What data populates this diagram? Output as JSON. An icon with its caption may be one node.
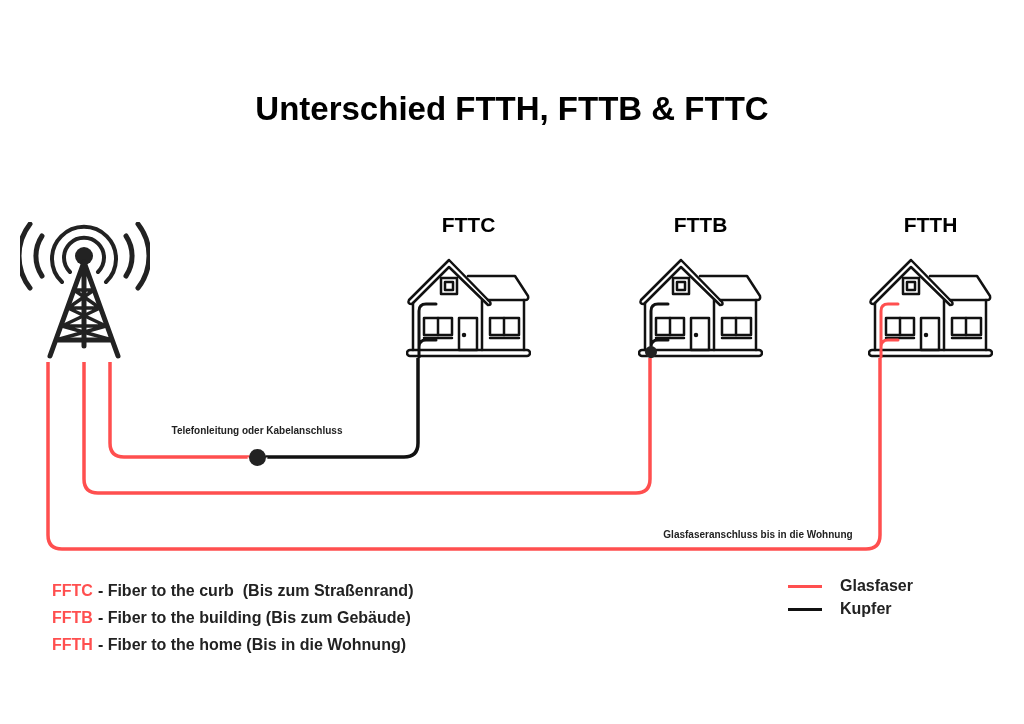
{
  "diagram": {
    "title": "Unterschied FTTH, FTTB & FTTC",
    "nodes": [
      {
        "text": [],
        "shape": "tower"
      },
      {
        "text": [
          "FTTC"
        ]
      },
      {
        "text": [
          "FTTB"
        ]
      },
      {
        "text": [
          "FTTH"
        ]
      },
      {
        "text": [],
        "shape": "circle"
      }
    ],
    "edges": [
      {
        "from": 0,
        "to": 4,
        "arrow": "none"
      },
      {
        "from": 4,
        "to": 1,
        "arrow": "none",
        "label": "Telefonleitung oder Kabelanschluss",
        "color": "#111111"
      },
      {
        "from": 0,
        "to": 2,
        "arrow": "none"
      },
      {
        "from": 0,
        "to": 3,
        "arrow": "none",
        "label": "Glasfaseranschluss bis in die Wohnung"
      }
    ],
    "labels": [
      "FFTC",
      "- Fiber to the curb  (Bis zum Straßenrand)",
      "FFTB",
      "- Fiber to the building (Bis zum Gebäude)",
      "FFTH",
      "- Fiber to the home (Bis in die Wohnung)"
    ],
    "legend": [
      {
        "text": "Glasfaser"
      },
      {
        "text": "Kupfer"
      }
    ]
  }
}
